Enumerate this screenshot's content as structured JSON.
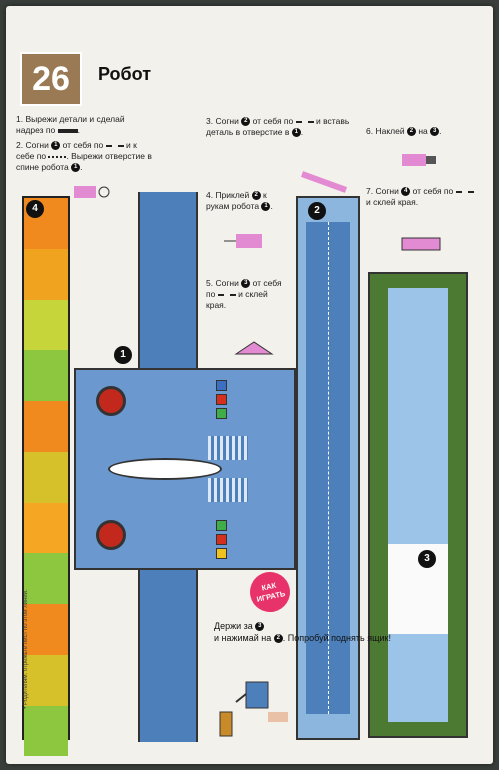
{
  "page": {
    "number": "26",
    "title": "Робот"
  },
  "steps": {
    "s1a": "1. Вырежи детали и сделай надрез по",
    "s2a": "2. Согни",
    "s2b": "от себя по",
    "s2c": "и к себе по",
    "s2d": ". Вырежи отверстие в спине робота",
    "s3a": "3. Согни",
    "s3b": "от себя по",
    "s3c": "и вставь деталь в отверстие в",
    "s4": "4. Приклей",
    "s4b": "к рукам робота",
    "s5a": "5. Согни",
    "s5b": "от себя по",
    "s5c": "и склей края.",
    "s6": "6. Наклей",
    "s6b": "на",
    "s7a": "7. Согни",
    "s7b": "от себя по",
    "s7c": "и склей края."
  },
  "labels": {
    "n1": "1",
    "n2": "2",
    "n3": "3",
    "n4": "4"
  },
  "play": {
    "badge": "КАК ИГРАТЬ",
    "text1": "Держи за",
    "text2": "и нажимай на",
    "text3": ". Попробуй поднять ящик!"
  },
  "side_note": "• Родителям: отрежьте лист по этой линии."
}
